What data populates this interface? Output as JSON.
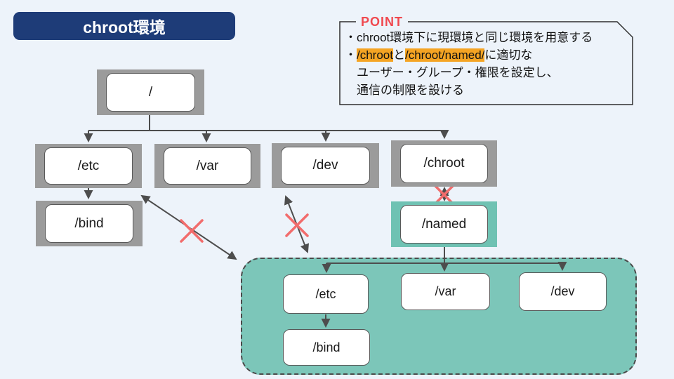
{
  "title": "chroot環境",
  "point": {
    "label": "POINT",
    "line1": "・chroot環境下に現環境と同じ環境を用意する",
    "line2_prefix": "・",
    "line2_hl1": "/chroot",
    "line2_mid": "と",
    "line2_hl2": "/chroot/named/",
    "line2_suffix": "に適切な",
    "line3": "ユーザー・グループ・権限を設定し、",
    "line4": "通信の制限を設ける"
  },
  "tree": {
    "root": "/",
    "etc": "/etc",
    "var": "/var",
    "dev": "/dev",
    "chroot": "/chroot",
    "bind": "/bind",
    "named": "/named"
  },
  "chroot_tree": {
    "etc": "/etc",
    "var": "/var",
    "dev": "/dev",
    "bind": "/bind"
  },
  "colors": {
    "background": "#edf3fa",
    "title_bg": "#1e3c78",
    "frame_gray": "#9b9b9b",
    "container_teal": "#7cc6b9",
    "named_teal": "#6fc2b3",
    "point_red": "#f0494f",
    "x_red": "#f26c6c",
    "highlight": "#f5a423",
    "line": "#4d4d4d",
    "node_border": "#595959"
  }
}
